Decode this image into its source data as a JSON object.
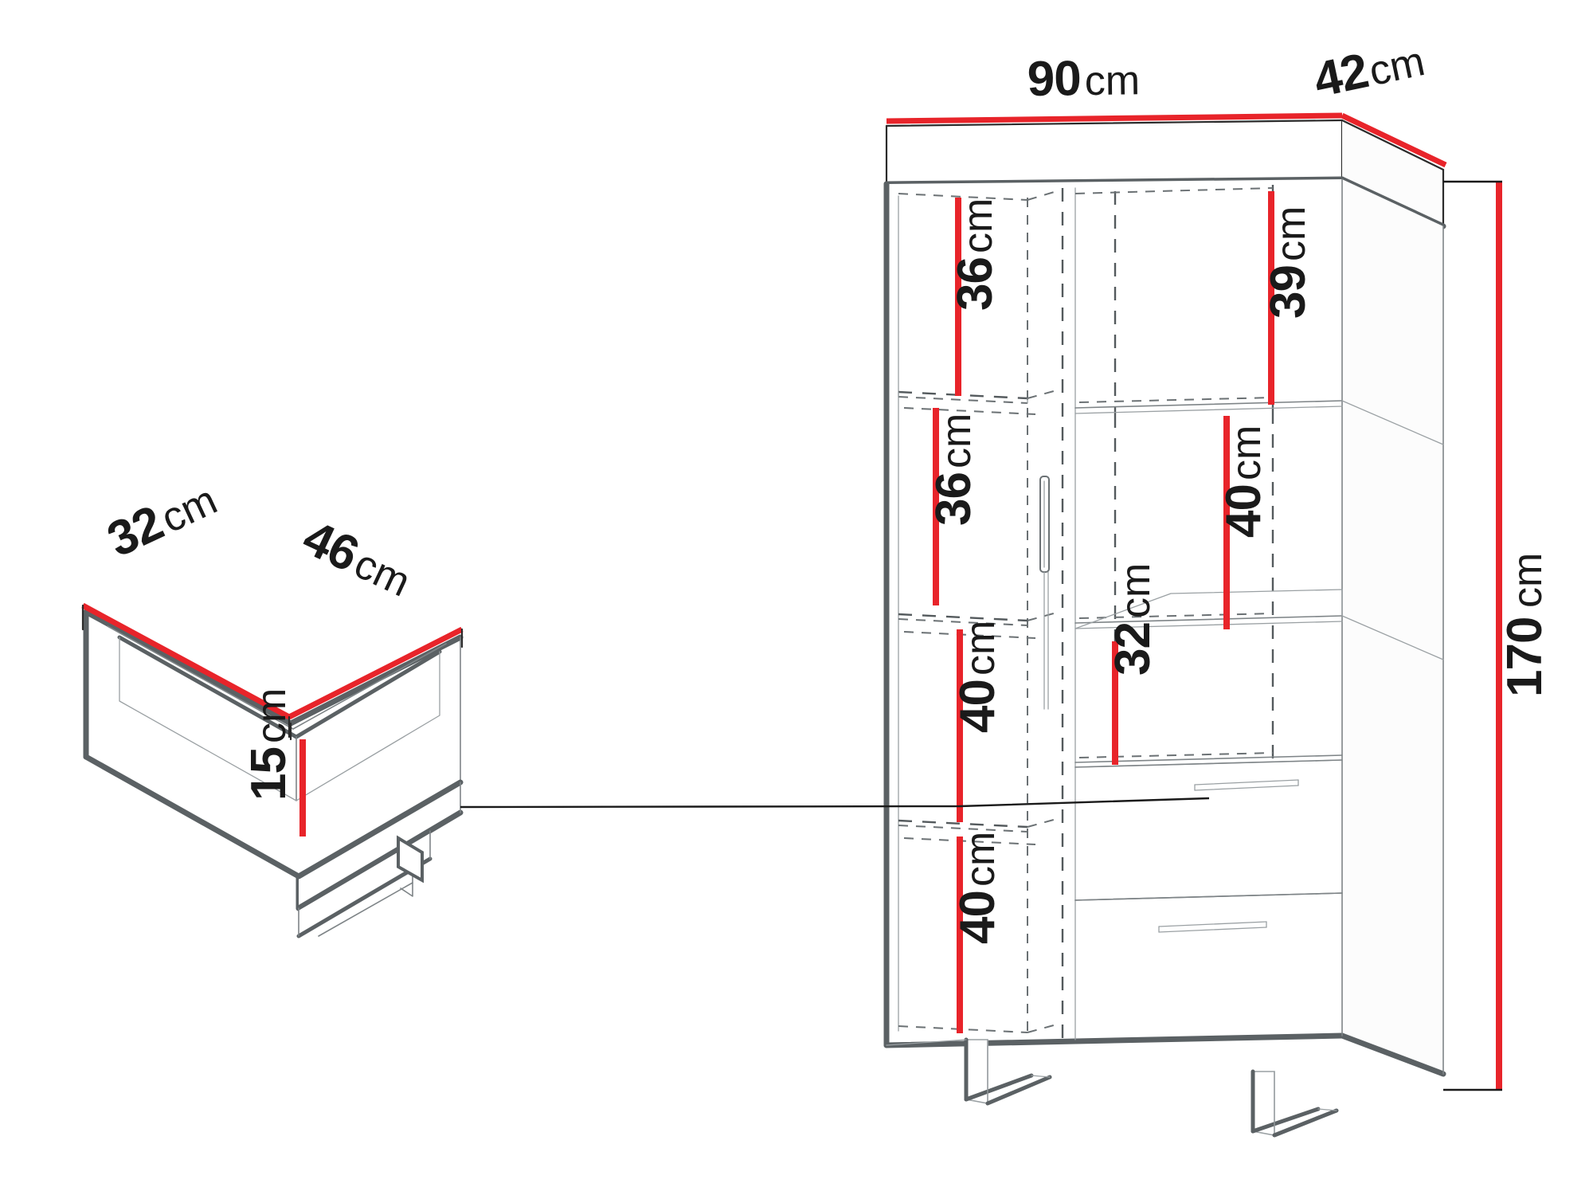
{
  "diagram": {
    "title": "Cabinet and drawer dimension diagram",
    "unit": "cm",
    "colors": {
      "dimension_red": "#e8242a",
      "outline_gray": "#5b6164",
      "text_black": "#1a1a1a",
      "background": "#ffffff"
    }
  },
  "cabinet": {
    "name": "tall-display-cabinet",
    "overall": {
      "width": {
        "value": "90",
        "unit": "cm",
        "label": "90cm"
      },
      "depth": {
        "value": "42",
        "unit": "cm",
        "label": "42cm"
      },
      "height": {
        "value": "170",
        "unit": "cm",
        "label": "170cm"
      }
    },
    "left_column_compartments": [
      {
        "id": "left-upper",
        "value": "36",
        "unit": "cm",
        "label": "36cm"
      },
      {
        "id": "left-second",
        "value": "36",
        "unit": "cm",
        "label": "36cm"
      },
      {
        "id": "left-third",
        "value": "40",
        "unit": "cm",
        "label": "40cm"
      },
      {
        "id": "left-lower",
        "value": "40",
        "unit": "cm",
        "label": "40cm"
      }
    ],
    "right_column_compartments": [
      {
        "id": "right-upper",
        "value": "39",
        "unit": "cm",
        "label": "39cm"
      },
      {
        "id": "right-middle",
        "value": "40",
        "unit": "cm",
        "label": "40cm"
      },
      {
        "id": "right-lower",
        "value": "32",
        "unit": "cm",
        "label": "32cm"
      }
    ],
    "feet": {
      "count": 2,
      "style": "angled-sled-foot"
    },
    "doors": {
      "count": 1,
      "handle": "vertical-bar-handle"
    },
    "drawers_in_cabinet": {
      "count": 2
    }
  },
  "drawer_detail": {
    "name": "pull-out-drawer-box",
    "callout": "leader-line-to-cabinet-drawer",
    "width": {
      "value": "46",
      "unit": "cm",
      "label": "46cm"
    },
    "depth": {
      "value": "32",
      "unit": "cm",
      "label": "32cm"
    },
    "height": {
      "value": "15",
      "unit": "cm",
      "label": "15cm"
    }
  }
}
